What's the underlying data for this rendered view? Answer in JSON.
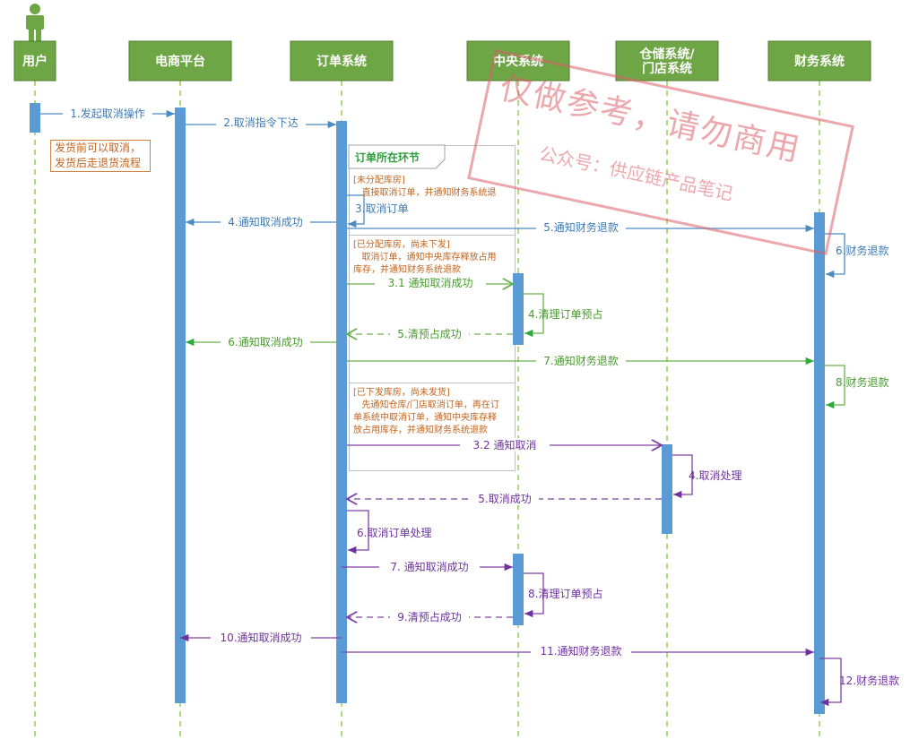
{
  "colors": {
    "header_bg": "#6ea545",
    "header_border": "#4e7f2e",
    "activation": "#5b9bd5",
    "lifeline": "#92d050",
    "blue_msg": "#4a8bc4",
    "blue_text": "#3d7ab5",
    "green_msg": "#6ab04c",
    "green_text": "#4a9a30",
    "purple_msg": "#8040a8",
    "purple_text": "#7030a0",
    "note_text": "#c0641e",
    "stamp": "#dc5f69"
  },
  "actor_icon": "person-icon",
  "participants": [
    {
      "id": "user",
      "label": "用户"
    },
    {
      "id": "platform",
      "label": "电商平台"
    },
    {
      "id": "order",
      "label": "订单系统"
    },
    {
      "id": "central",
      "label": "中央系统"
    },
    {
      "id": "warehouse",
      "label": "仓储系统/\n门店系统"
    },
    {
      "id": "finance",
      "label": "财务系统"
    }
  ],
  "side_note": "发货前可以取消，\n发货后走退货流程",
  "frame": {
    "title": "订单所在环节",
    "sections": [
      "[未分配库房]\n   直接取消订单，并通知财务系统退",
      "[已分配库房，尚未下发]\n   取消订单，通知中央库存释放占用\n库存，并通知财务系统退款",
      "[已下发库房，尚未发货]\n   先通知仓库/门店取消订单，再在订\n单系统中取消订单，通知中央库存释\n放占用库存，并通知财务系统退款"
    ]
  },
  "messages": [
    {
      "label": "1.发起取消操作",
      "color": "blue"
    },
    {
      "label": "2.取消指令下达",
      "color": "blue"
    },
    {
      "label": "3.取消订单",
      "color": "blue"
    },
    {
      "label": "4.通知取消成功",
      "color": "blue"
    },
    {
      "label": "5.通知财务退款",
      "color": "blue"
    },
    {
      "label": "6.财务退款",
      "color": "blue"
    },
    {
      "label": "3.1 通知取消成功",
      "color": "green"
    },
    {
      "label": "4.清理订单预占",
      "color": "green"
    },
    {
      "label": "5.清预占成功",
      "color": "green"
    },
    {
      "label": "6.通知取消成功",
      "color": "green"
    },
    {
      "label": "7.通知财务退款",
      "color": "green"
    },
    {
      "label": "8.财务退款",
      "color": "green"
    },
    {
      "label": "3.2 通知取消",
      "color": "purple"
    },
    {
      "label": "4.取消处理",
      "color": "purple"
    },
    {
      "label": "5.取消成功",
      "color": "purple"
    },
    {
      "label": "6.取消订单处理",
      "color": "purple"
    },
    {
      "label": "7. 通知取消成功",
      "color": "purple"
    },
    {
      "label": "8.清理订单预占",
      "color": "purple"
    },
    {
      "label": "9.清预占成功",
      "color": "purple"
    },
    {
      "label": "10.通知取消成功",
      "color": "purple"
    },
    {
      "label": "11.通知财务退款",
      "color": "purple"
    },
    {
      "label": "12.财务退款",
      "color": "purple"
    }
  ],
  "watermark": {
    "main": "仅做参考，请勿商用",
    "sub": "公众号：供应链产品笔记"
  }
}
